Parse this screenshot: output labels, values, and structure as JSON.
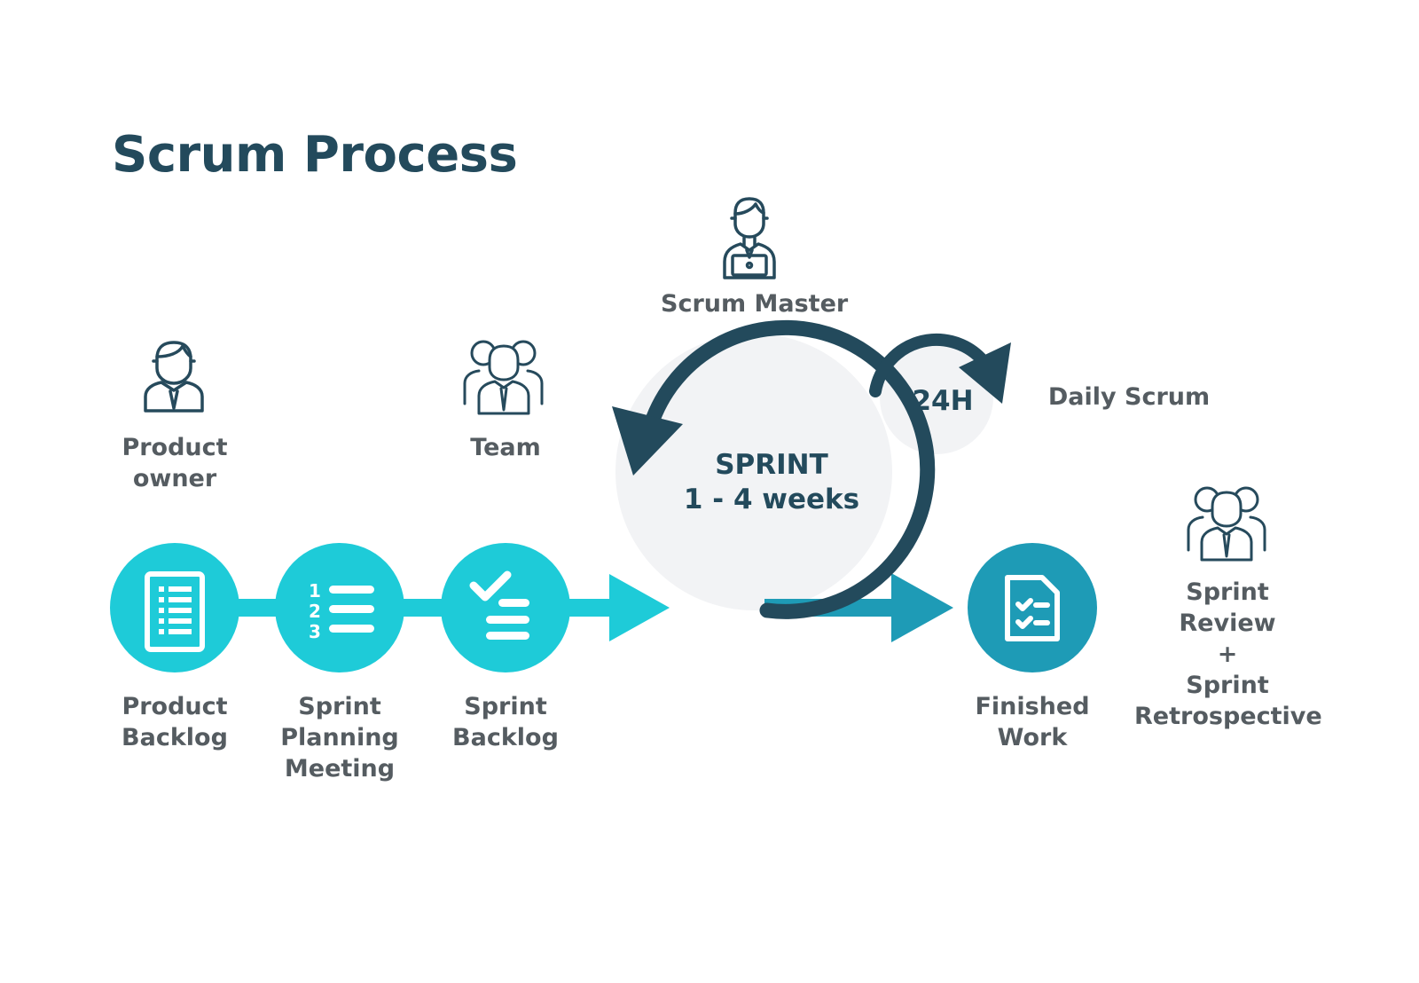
{
  "title": "Scrum Process",
  "roles": {
    "scrum_master": "Scrum Master",
    "product_owner": [
      "Product",
      "owner"
    ],
    "team": "Team"
  },
  "sprint": {
    "line1": "SPRINT",
    "line2": "1 - 4 weeks",
    "cycle": "24H",
    "daily": "Daily Scrum"
  },
  "steps": {
    "product_backlog": [
      "Product",
      "Backlog"
    ],
    "sprint_planning": [
      "Sprint",
      "Planning",
      "Meeting"
    ],
    "sprint_backlog": [
      "Sprint",
      "Backlog"
    ],
    "finished_work": [
      "Finished",
      "Work"
    ],
    "review": [
      "Sprint",
      "Review",
      "+",
      "Sprint",
      "Retrospective"
    ]
  },
  "numbers_icon": [
    "1",
    "2",
    "3"
  ],
  "colors": {
    "teal": "#1ecbd8",
    "blue": "#1e9bb6",
    "navy": "#234a5c",
    "circle": "#f2f3f5",
    "icon": "#264a5c",
    "text": "#555c61"
  }
}
